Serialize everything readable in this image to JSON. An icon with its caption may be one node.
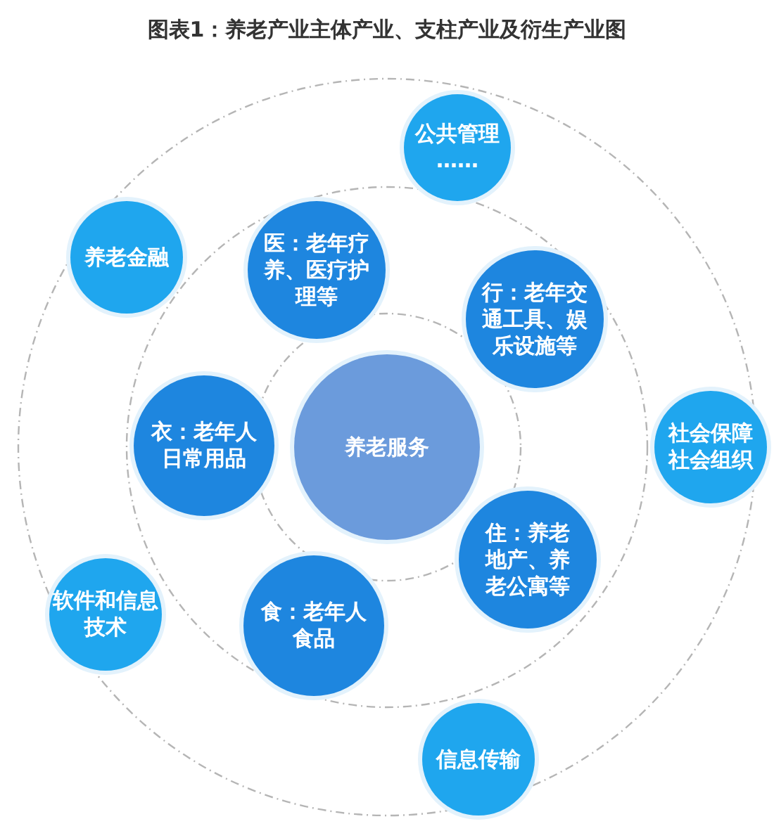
{
  "diagram": {
    "title": "图表1：养老产业主体产业、支柱产业及衍生产业图",
    "nodes": [
      {
        "text": [
          "公共管理",
          "……"
        ]
      },
      {
        "text": [
          "养老金融"
        ]
      },
      {
        "text": [
          "医：老年疗养、医疗护理等"
        ]
      },
      {
        "text": [
          "行：老年交通工具、娱乐设施等"
        ]
      },
      {
        "text": [
          "衣：老年人日常用品"
        ]
      },
      {
        "text": [
          "养老服务"
        ]
      },
      {
        "text": [
          "社会保障社会组织"
        ]
      },
      {
        "text": [
          "住：养老地产、养老公寓等"
        ]
      },
      {
        "text": [
          "软件和信息技术"
        ]
      },
      {
        "text": [
          "食：老年人食品"
        ]
      },
      {
        "text": [
          "信息传输"
        ]
      }
    ],
    "edges": []
  }
}
